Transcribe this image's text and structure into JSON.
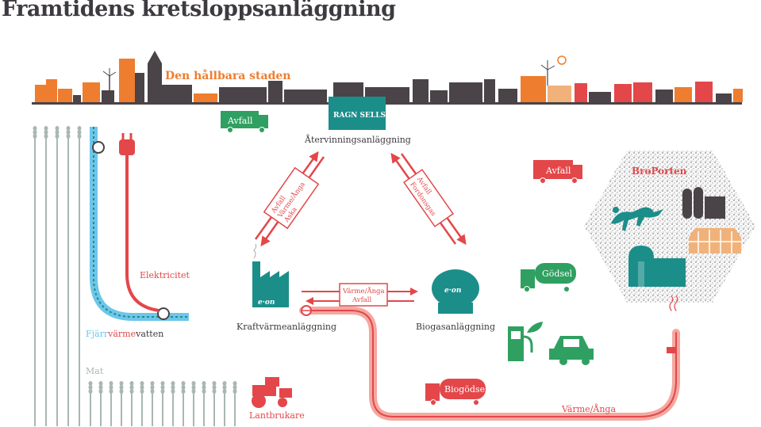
{
  "title": "Framtidens kretsloppsanläggning",
  "skyline": {
    "label": "Den hållbara staden"
  },
  "ragnsells": {
    "logo_text": "RAGN SELLS",
    "label": "Återvinningsanläggning"
  },
  "truck_top": {
    "label": "Avfall"
  },
  "arrow_left_box": {
    "line1": "Avfall",
    "line2": "Värme/Ånga",
    "line3": "Aska"
  },
  "arrow_right_box": {
    "line1": "Avfall",
    "line2": "Fordonsgas"
  },
  "broporten": {
    "label": "BroPorten",
    "truck_label": "Avfall"
  },
  "gödsel_truck": {
    "label": "Gödsel"
  },
  "kraftvarme": {
    "label": "Kraftvärmeanläggning",
    "logo": "e·on"
  },
  "biogas": {
    "label": "Biogasanläggning",
    "logo": "e·on"
  },
  "middle_box": {
    "line1": "Värme/Ånga",
    "line2": "Avfall"
  },
  "elektricitet": {
    "label": "Elektricitet"
  },
  "fjarrvarme": {
    "part1": "Fjärr",
    "part2": "värme",
    "part3": "vatten"
  },
  "mat": {
    "label": "Mat"
  },
  "lantbrukare": {
    "label": "Lantbrukare"
  },
  "biogodsel": {
    "label": "Biogödsel"
  },
  "varme_anga": {
    "label": "Värme/Ånga"
  },
  "colors": {
    "red": "#e3474a",
    "orange": "#ee7d2f",
    "dark": "#4a4347",
    "teal": "#1b8e8a",
    "green": "#2fa061",
    "blue": "#6ec6ea",
    "sage": "#a9b7b3",
    "pink": "#f4a8a0"
  }
}
